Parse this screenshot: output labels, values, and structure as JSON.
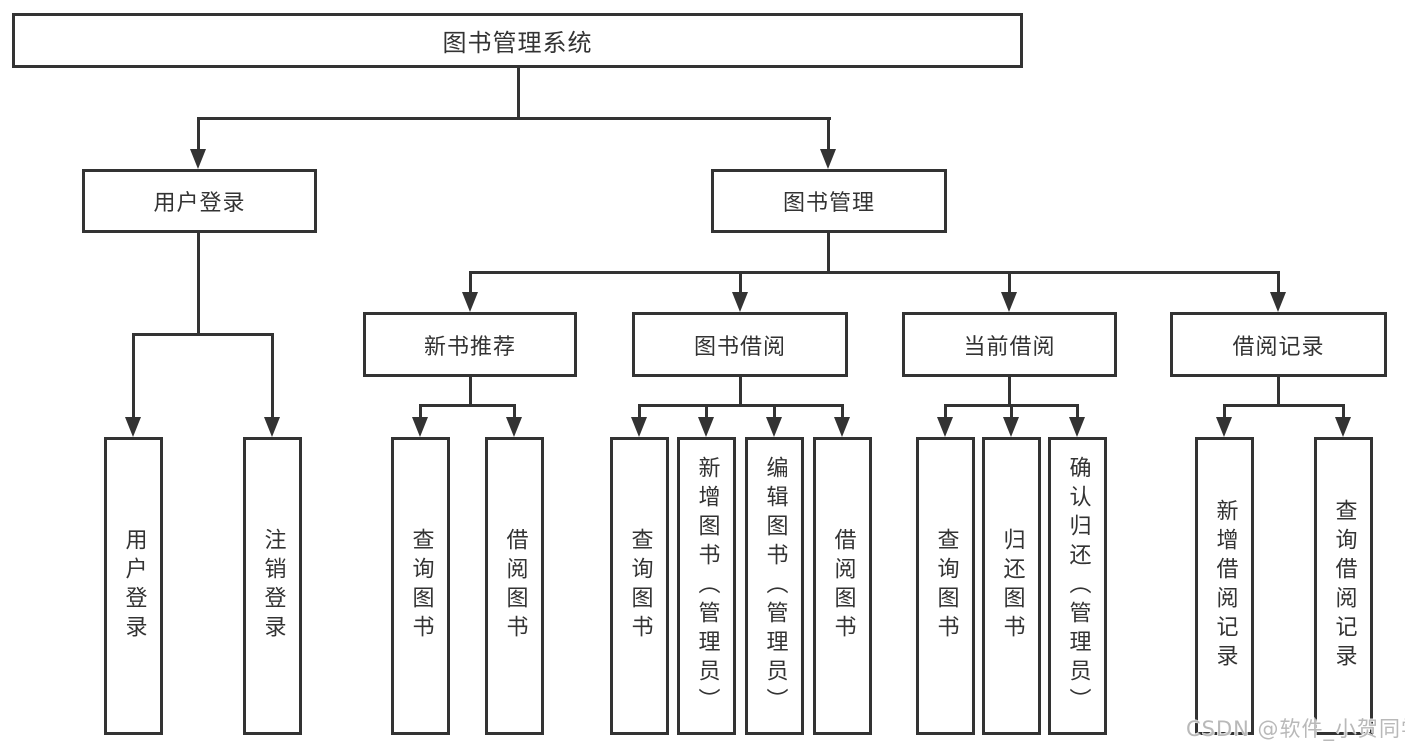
{
  "tree": {
    "root": "图书管理系统",
    "branches": [
      {
        "label": "用户登录",
        "children": [
          "用户登录",
          "注销登录"
        ]
      },
      {
        "label": "图书管理",
        "children": [
          {
            "label": "新书推荐",
            "children": [
              "查询图书",
              "借阅图书"
            ]
          },
          {
            "label": "图书借阅",
            "children": [
              "查询图书",
              "新增图书（管理员）",
              "编辑图书（管理员）",
              "借阅图书"
            ]
          },
          {
            "label": "当前借阅",
            "children": [
              "查询图书",
              "归还图书",
              "确认归还（管理员）"
            ]
          },
          {
            "label": "借阅记录",
            "children": [
              "新增借阅记录",
              "查询借阅记录"
            ]
          }
        ]
      }
    ]
  },
  "watermark": "CSDN @软件_小贺同学",
  "colors": {
    "line": "#333333",
    "text": "#333333",
    "watermark": "#b9b9b9",
    "background": "#ffffff"
  }
}
